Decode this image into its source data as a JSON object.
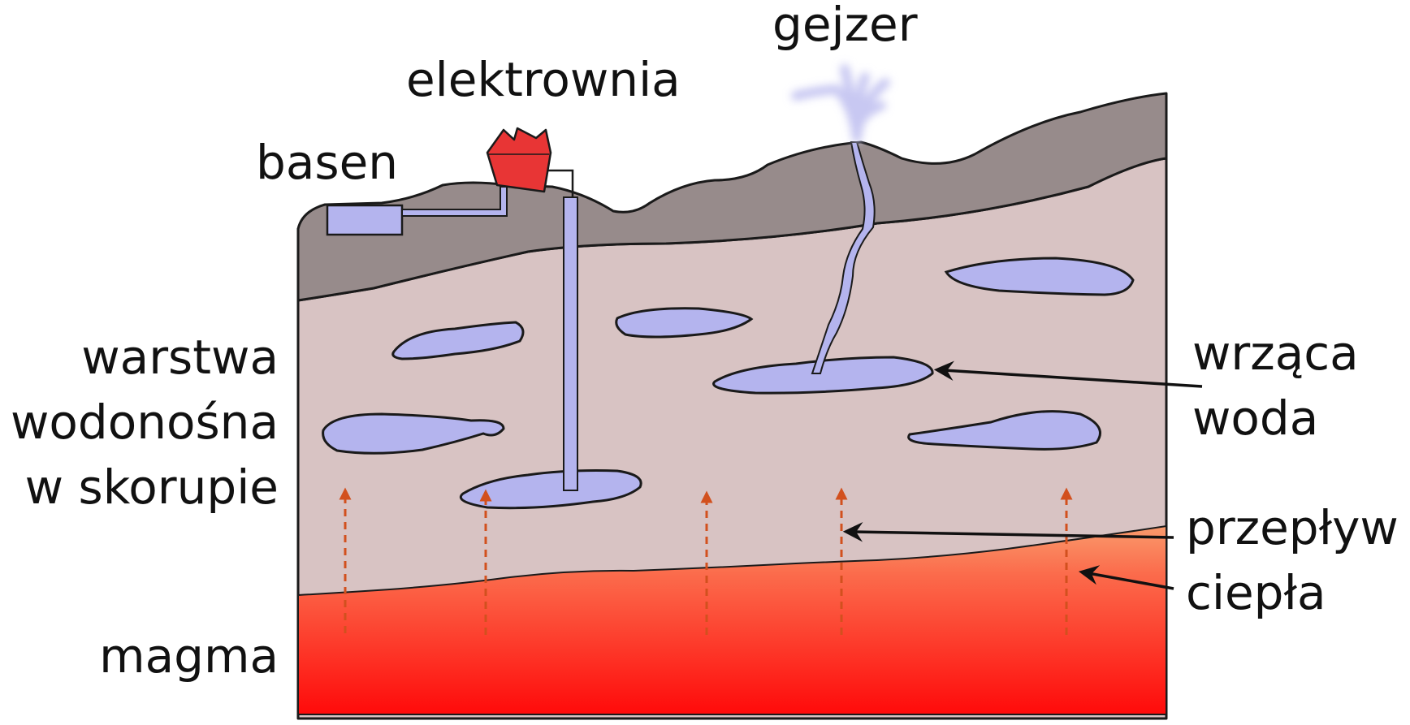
{
  "labels": {
    "geyser": "gejzer",
    "power_plant": "elektrownia",
    "pool": "basen",
    "aquifer_line1": "warstwa",
    "aquifer_line2": "wodonośna",
    "aquifer_line3": "w skorupie",
    "boiling_line1": "wrząca",
    "boiling_line2": "woda",
    "heatflow_line1": "przepływ",
    "heatflow_line2": "ciepła",
    "magma": "magma"
  },
  "colors": {
    "topsoil": "#978b8b",
    "crust": "#d8c3c3",
    "water": "#b4b4ee",
    "steam": "#c8c8f2",
    "plant": "#e83535",
    "magma_top": "#f99a6c",
    "magma_bottom": "#ff0a0a",
    "heat_arrow": "#d2501e",
    "outline": "#1a1a1a",
    "text": "#111111"
  },
  "icons": {
    "heat_arrow": "dashed-up-arrow",
    "pointer": "solid-arrow"
  }
}
